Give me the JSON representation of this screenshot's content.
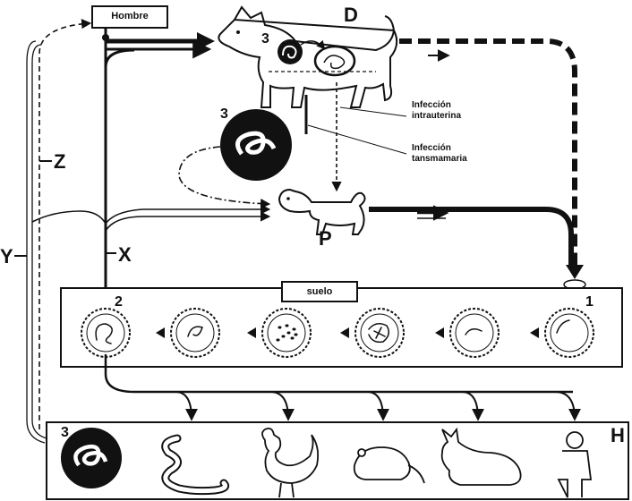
{
  "labels": {
    "human_box": "Hombre",
    "soil_box": "suelo",
    "dog_adult": "D",
    "puppy": "P",
    "paratenic_hosts": "H",
    "route_x": "X",
    "route_y": "Y",
    "route_z": "Z",
    "intrauterine": "Infección intrauterina",
    "transmammary": "Infección tansmamaria"
  },
  "stage_numbers": {
    "adult_worm_in_dog": "3",
    "larva_circle": "3",
    "larvated_egg": "2",
    "fresh_egg": "1",
    "host_larva": "3"
  },
  "eggs": {
    "count": 6,
    "order": [
      "larvated",
      "late-embryo",
      "morula",
      "cleavage",
      "early",
      "unembryonated"
    ]
  },
  "colors": {
    "ink": "#111111",
    "paper": "#ffffff"
  }
}
